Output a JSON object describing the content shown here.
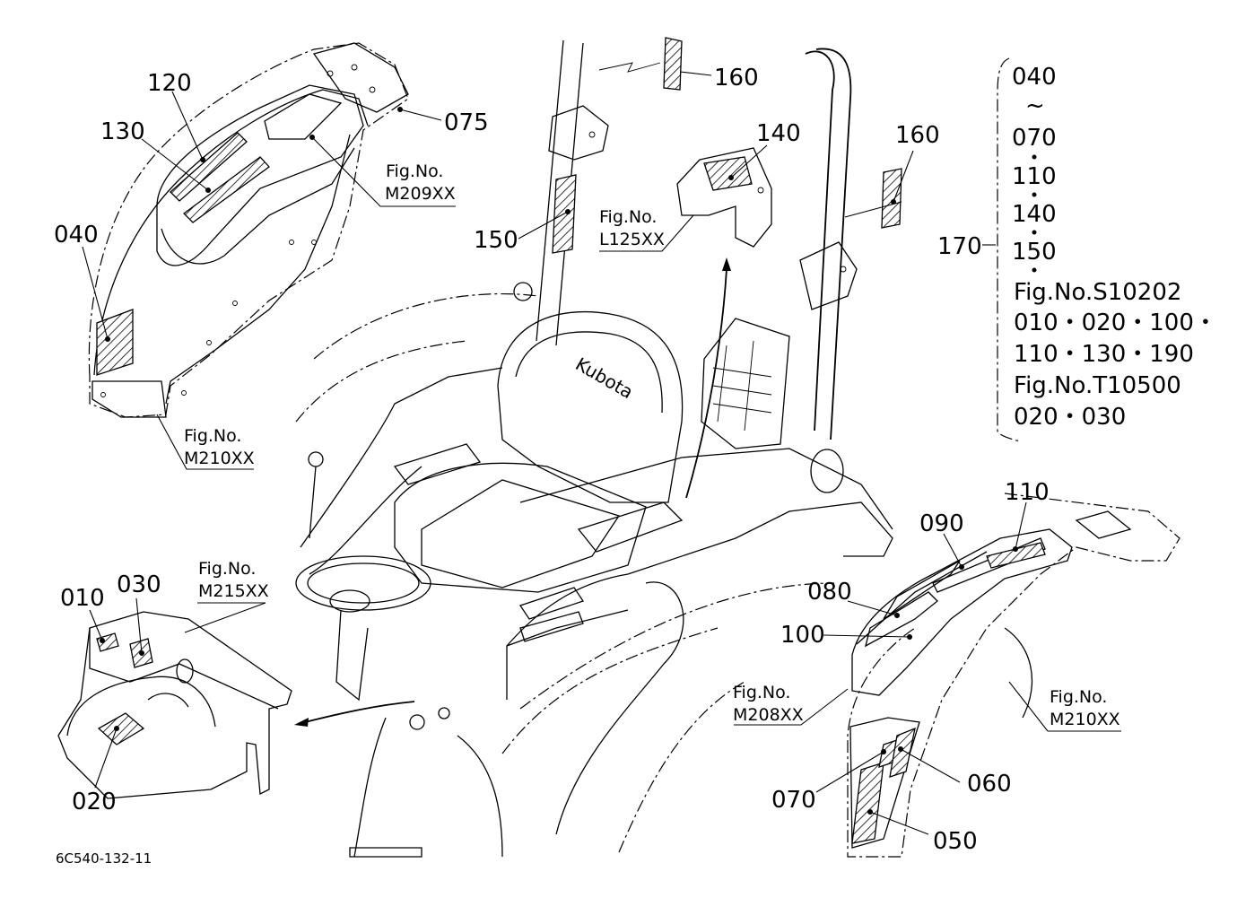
{
  "callouts": {
    "c010": "010",
    "c020": "020",
    "c030": "030",
    "c040": "040",
    "c050": "050",
    "c060": "060",
    "c070": "070",
    "c075": "075",
    "c080": "080",
    "c090": "090",
    "c100": "100",
    "c110": "110",
    "c120": "120",
    "c130": "130",
    "c140": "140",
    "c150": "150",
    "c160a": "160",
    "c160b": "160",
    "c170": "170"
  },
  "fig_refs": {
    "m209": {
      "line1": "Fig.No.",
      "line2": "M209XX"
    },
    "m210_left": {
      "line1": "Fig.No.",
      "line2": "M210XX"
    },
    "l125": {
      "line1": "Fig.No.",
      "line2": "L125XX"
    },
    "m215": {
      "line1": "Fig.No.",
      "line2": "M215XX"
    },
    "m208": {
      "line1": "Fig.No.",
      "line2": "M208XX"
    },
    "m210_right": {
      "line1": "Fig.No.",
      "line2": "M210XX"
    }
  },
  "set_list": {
    "l1": "040",
    "l2": "~",
    "l3": "070",
    "l4": "110",
    "l5": "140",
    "l6": "150",
    "l7": "Fig.No.S10202",
    "l8": "010・020・100・",
    "l9": "110・130・190",
    "l10": "Fig.No.T10500",
    "l11": "020・030"
  },
  "seat_brand": "Kubota",
  "drawing_code": "6C540-132-11"
}
